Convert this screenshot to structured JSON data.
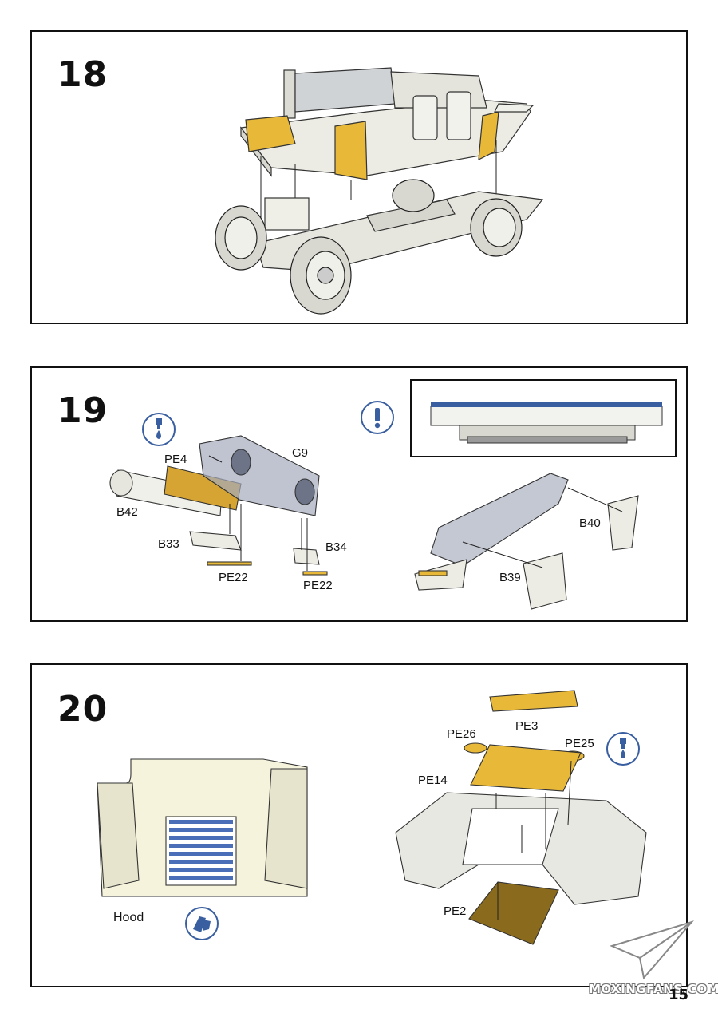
{
  "steps": [
    {
      "number": "18"
    },
    {
      "number": "19",
      "labels": {
        "pe4": "PE4",
        "g9": "G9",
        "b42": "B42",
        "b33": "B33",
        "b34": "B34",
        "pe22_left": "PE22",
        "pe22_right": "PE22",
        "b40": "B40",
        "b39": "B39"
      }
    },
    {
      "number": "20",
      "labels": {
        "pe3": "PE3",
        "pe26": "PE26",
        "pe25": "PE25",
        "pe14": "PE14",
        "pe2": "PE2",
        "hood": "Hood"
      }
    }
  ],
  "page_number": "15",
  "watermark": "MOXINGFANS.COM",
  "icons": {
    "glue": "glue-drop-icon",
    "attention": "exclamation-icon",
    "paint": "paint-brush-icon"
  },
  "colors": {
    "photo_etch": "#e8b838",
    "icon_blue": "#3a5fa0",
    "part_grey": "#e8e8e2",
    "clear_part": "#8a93a8"
  }
}
